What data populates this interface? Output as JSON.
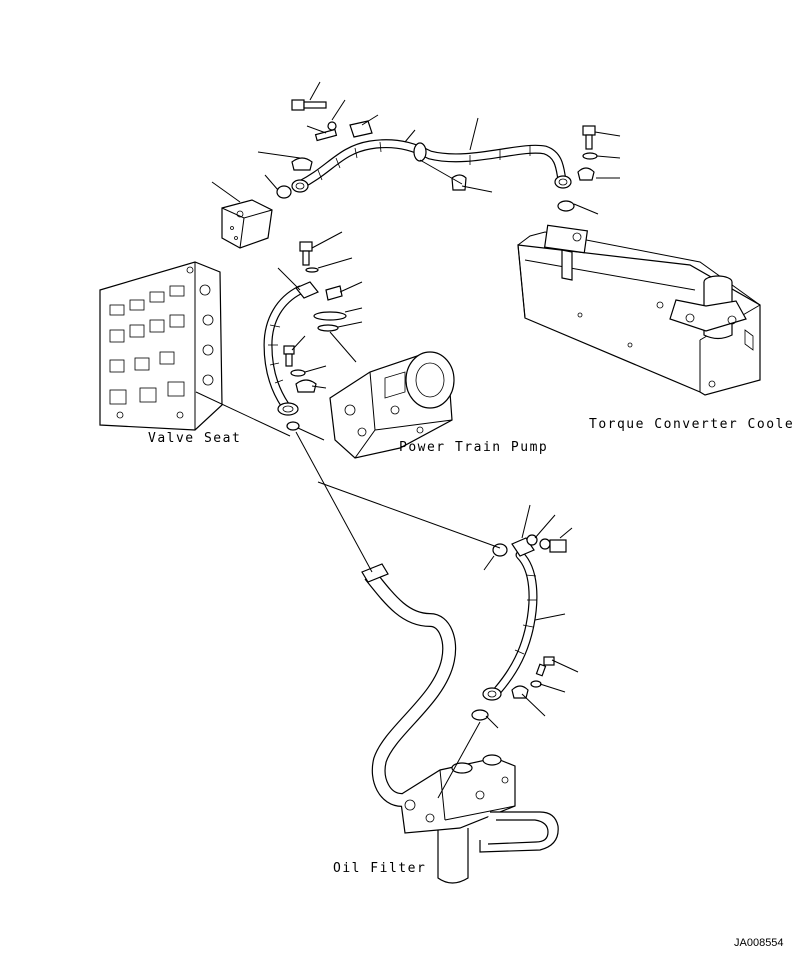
{
  "labels": {
    "valve_seat": "Valve Seat",
    "power_train_pump": "Power Train Pump",
    "torque_converter_cooler": "Torque Converter Cooler",
    "oil_filter": "Oil Filter"
  },
  "drawing_code": "JA008554"
}
